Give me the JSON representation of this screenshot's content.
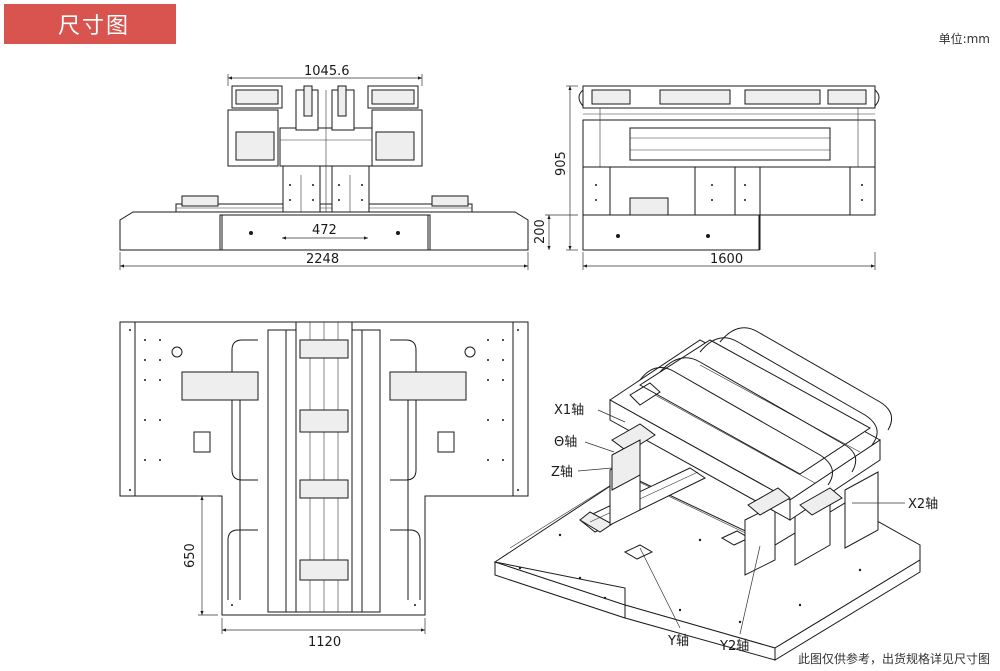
{
  "header": {
    "title": "尺寸图"
  },
  "unit_label": "单位:mm",
  "footer_note": "此图仅供参考，出货规格详见尺寸图",
  "dimensions": {
    "front_top_width": "1045.6",
    "front_inner_width": "472",
    "front_total_width": "2248",
    "side_height": "905",
    "side_base_height": "200",
    "side_width": "1600",
    "plan_stem_height": "650",
    "plan_stem_width": "1120"
  },
  "axis_labels": {
    "x1": "X1轴",
    "theta": "Θ轴",
    "z": "Z轴",
    "x2": "X2轴",
    "y": "Y轴",
    "y2": "Y2轴"
  },
  "colors": {
    "header_bg": "#d9534f",
    "line": "#1a1a1a"
  }
}
